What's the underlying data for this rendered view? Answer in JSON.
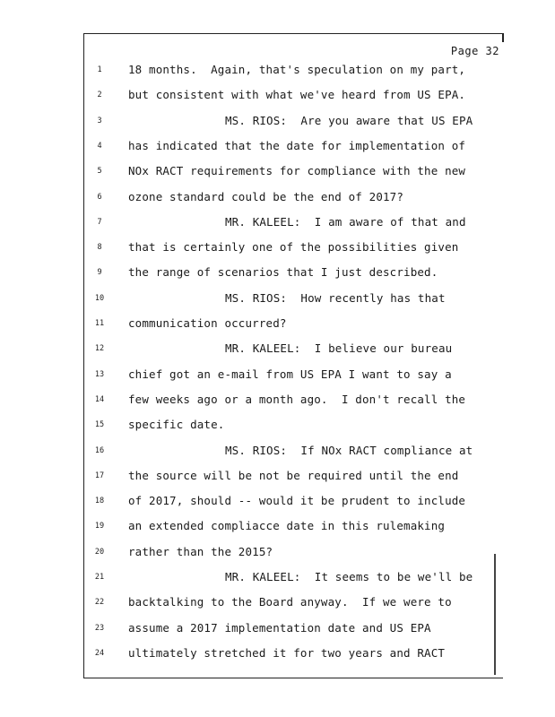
{
  "page": {
    "page_number": "Page 32"
  },
  "transcript": {
    "lines": [
      {
        "num": "1",
        "text": "18 months.  Again, that's speculation on my part,",
        "indent": false
      },
      {
        "num": "2",
        "text": "but consistent with what we've heard from US EPA.",
        "indent": false
      },
      {
        "num": "3",
        "text": "MS. RIOS:  Are you aware that US EPA",
        "indent": true
      },
      {
        "num": "4",
        "text": "has indicated that the date for implementation of",
        "indent": false
      },
      {
        "num": "5",
        "text": "NOx RACT requirements for compliance with the new",
        "indent": false
      },
      {
        "num": "6",
        "text": "ozone standard could be the end of 2017?",
        "indent": false
      },
      {
        "num": "7",
        "text": "MR. KALEEL:  I am aware of that and",
        "indent": true
      },
      {
        "num": "8",
        "text": "that is certainly one of the possibilities given",
        "indent": false
      },
      {
        "num": "9",
        "text": "the range of scenarios that I just described.",
        "indent": false
      },
      {
        "num": "10",
        "text": "MS. RIOS:  How recently has that",
        "indent": true
      },
      {
        "num": "11",
        "text": "communication occurred?",
        "indent": false
      },
      {
        "num": "12",
        "text": "MR. KALEEL:  I believe our bureau",
        "indent": true
      },
      {
        "num": "13",
        "text": "chief got an e-mail from US EPA I want to say a",
        "indent": false
      },
      {
        "num": "14",
        "text": "few weeks ago or a month ago.  I don't recall the",
        "indent": false
      },
      {
        "num": "15",
        "text": "specific date.",
        "indent": false
      },
      {
        "num": "16",
        "text": "MS. RIOS:  If NOx RACT compliance at",
        "indent": true
      },
      {
        "num": "17",
        "text": "the source will be not be required until the end",
        "indent": false
      },
      {
        "num": "18",
        "text": "of 2017, should -- would it be prudent to include",
        "indent": false
      },
      {
        "num": "19",
        "text": "an extended compliacce date in this rulemaking",
        "indent": false
      },
      {
        "num": "20",
        "text": "rather than the 2015?",
        "indent": false
      },
      {
        "num": "21",
        "text": "MR. KALEEL:  It seems to be we'll be",
        "indent": true
      },
      {
        "num": "22",
        "text": "backtalking to the Board anyway.  If we were to",
        "indent": false
      },
      {
        "num": "23",
        "text": "assume a 2017 implementation date and US EPA",
        "indent": false
      },
      {
        "num": "24",
        "text": "ultimately stretched it for two years and RACT",
        "indent": false
      }
    ]
  }
}
